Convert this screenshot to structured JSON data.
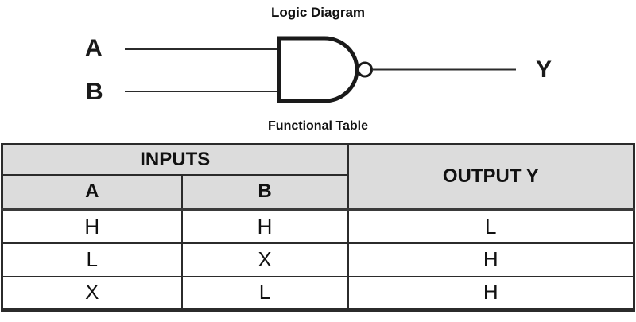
{
  "titles": {
    "logic_diagram": "Logic Diagram",
    "functional_table": "Functional Table"
  },
  "diagram": {
    "gate_type": "nand",
    "input_a_label": "A",
    "input_b_label": "B",
    "output_label": "Y"
  },
  "table": {
    "header": {
      "inputs": "INPUTS",
      "col_a": "A",
      "col_b": "B",
      "output": "OUTPUT Y"
    },
    "rows": [
      {
        "a": "H",
        "b": "H",
        "y": "L"
      },
      {
        "a": "L",
        "b": "X",
        "y": "H"
      },
      {
        "a": "X",
        "b": "L",
        "y": "H"
      }
    ]
  },
  "colors": {
    "header_bg": "#dcdcdc",
    "border": "#2b2b2b",
    "gate_stroke": "#1a1a1a",
    "text": "#111111"
  }
}
